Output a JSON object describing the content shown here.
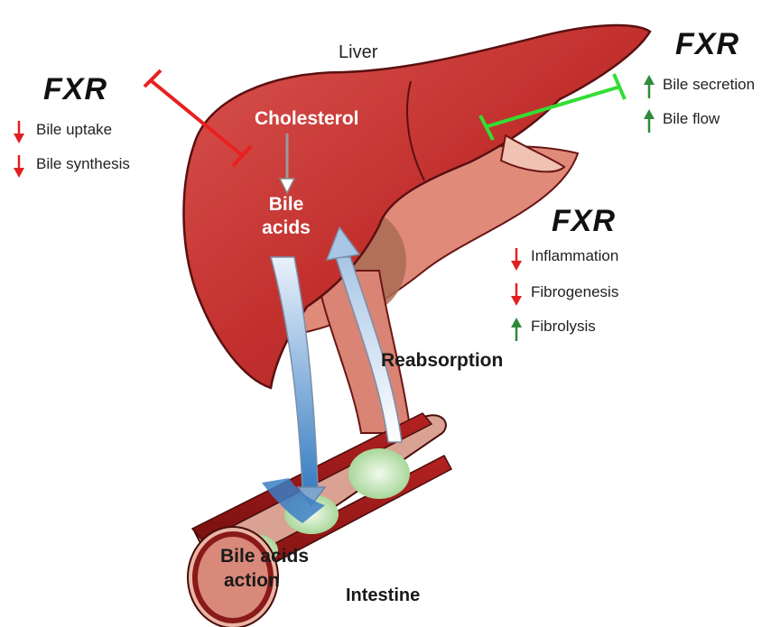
{
  "labels": {
    "liver": "Liver",
    "cholesterol": "Cholesterol",
    "bile_acids_line1": "Bile",
    "bile_acids_line2": "acids",
    "reabsorption": "Reabsorption",
    "action_line1": "Bile acids",
    "action_line2": "action",
    "intestine": "Intestine"
  },
  "fxr_blocks": [
    {
      "title": "FXR",
      "items": [
        {
          "text": "Bile uptake",
          "direction": "down",
          "color": "#e02020"
        },
        {
          "text": "Bile synthesis",
          "direction": "down",
          "color": "#e02020"
        }
      ]
    },
    {
      "title": "FXR",
      "items": [
        {
          "text": "Bile secretion",
          "direction": "up",
          "color": "#2e8b3a"
        },
        {
          "text": "Bile flow",
          "direction": "up",
          "color": "#2e8b3a"
        }
      ]
    },
    {
      "title": "FXR",
      "items": [
        {
          "text": "Inflammation",
          "direction": "down",
          "color": "#e02020"
        },
        {
          "text": "Fibrogenesis",
          "direction": "down",
          "color": "#e02020"
        },
        {
          "text": "Fibrolysis",
          "direction": "up",
          "color": "#2e8b3a"
        }
      ]
    }
  ],
  "colors": {
    "liver": "#c0302f",
    "inhibit_red": "#e82020",
    "inhibit_green": "#33dd33",
    "down_arrow": "#e02020",
    "up_arrow": "#2e8b3a"
  }
}
